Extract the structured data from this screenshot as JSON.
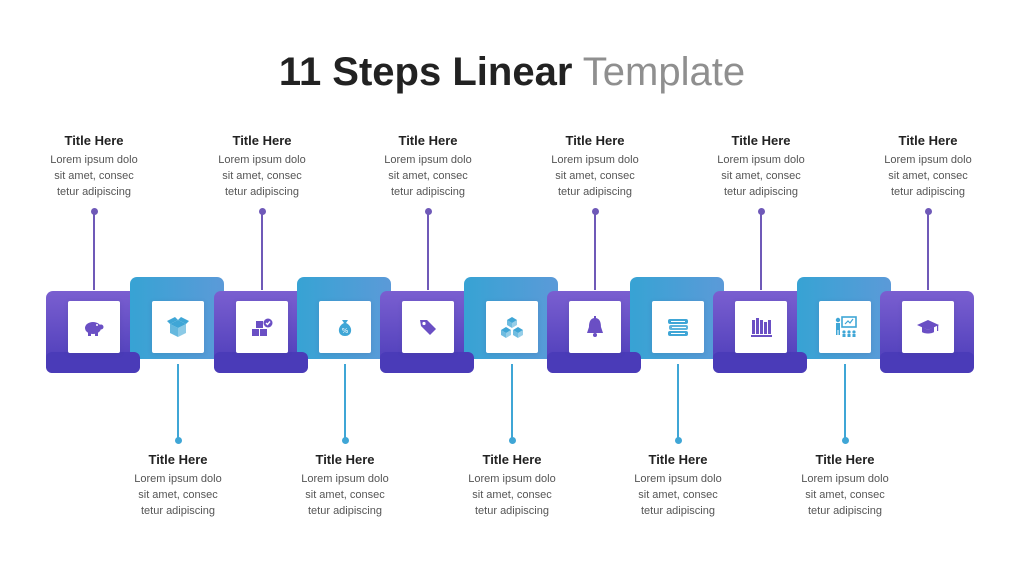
{
  "title": {
    "bold": "11 Steps Linear",
    "light": "Template"
  },
  "colors": {
    "top_start": "#37a3d4",
    "top_end": "#5b9ad8",
    "bottom": "#5a47c2",
    "top_connector": "#6f59b8",
    "bottom_connector": "#3fa6d6",
    "icon_purple": "#6a4fc4",
    "icon_teal": "#3fa6d6"
  },
  "steps": [
    {
      "title": "Title Here",
      "line1": "Lorem ipsum dolo",
      "line2": "sit amet, consec",
      "line3": "tetur adipiscing",
      "icon": "piggy-bank-icon"
    },
    {
      "title": "Title Here",
      "line1": "Lorem ipsum dolo",
      "line2": "sit amet, consec",
      "line3": "tetur adipiscing",
      "icon": "open-box-icon"
    },
    {
      "title": "Title Here",
      "line1": "Lorem ipsum dolo",
      "line2": "sit amet, consec",
      "line3": "tetur adipiscing",
      "icon": "boxes-check-icon"
    },
    {
      "title": "Title Here",
      "line1": "Lorem ipsum dolo",
      "line2": "sit amet, consec",
      "line3": "tetur adipiscing",
      "icon": "money-bag-icon"
    },
    {
      "title": "Title Here",
      "line1": "Lorem ipsum dolo",
      "line2": "sit amet, consec",
      "line3": "tetur adipiscing",
      "icon": "price-tag-icon"
    },
    {
      "title": "Title Here",
      "line1": "Lorem ipsum dolo",
      "line2": "sit amet, consec",
      "line3": "tetur adipiscing",
      "icon": "cubes-icon"
    },
    {
      "title": "Title Here",
      "line1": "Lorem ipsum dolo",
      "line2": "sit amet, consec",
      "line3": "tetur adipiscing",
      "icon": "bell-icon"
    },
    {
      "title": "Title Here",
      "line1": "Lorem ipsum dolo",
      "line2": "sit amet, consec",
      "line3": "tetur adipiscing",
      "icon": "book-stack-icon"
    },
    {
      "title": "Title Here",
      "line1": "Lorem ipsum dolo",
      "line2": "sit amet, consec",
      "line3": "tetur adipiscing",
      "icon": "bookshelf-icon"
    },
    {
      "title": "Title Here",
      "line1": "Lorem ipsum dolo",
      "line2": "sit amet, consec",
      "line3": "tetur adipiscing",
      "icon": "presentation-icon"
    },
    {
      "title": "Title Here",
      "line1": "Lorem ipsum dolo",
      "line2": "sit amet, consec",
      "line3": "tetur adipiscing",
      "icon": "graduation-cap-icon"
    }
  ]
}
